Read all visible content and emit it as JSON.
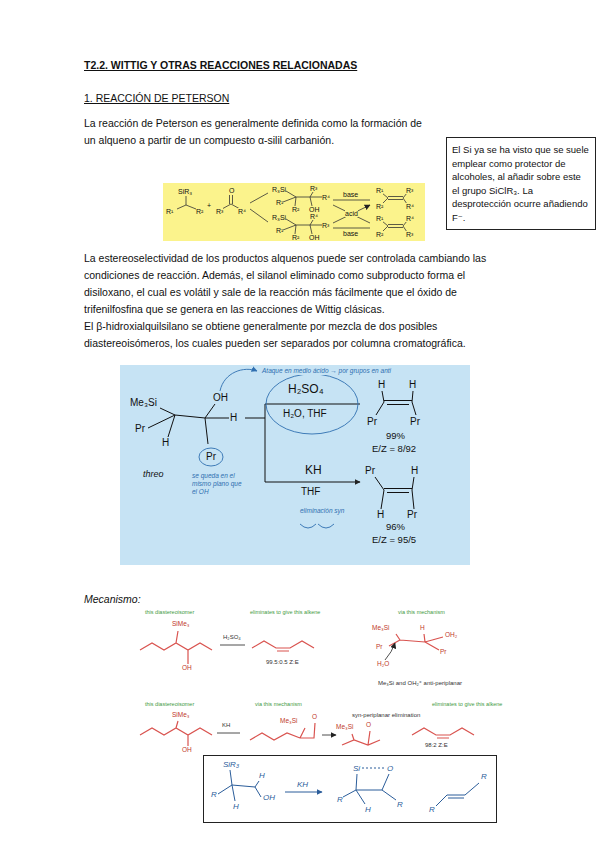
{
  "diagram": {
    "title": "T2.2. WITTIG Y OTRAS REACCIONES RELACIONADAS",
    "nodes": [
      {
        "text": [
          "El Si ya se ha visto que se suele emplear como protector de alcoholes, al añadir sobre este el grupo SiClR₃. La desprotección ocurre añadiendo F⁻."
        ]
      },
      {
        "text": [
          "SiR₃",
          "R¹",
          "R²",
          "+",
          "O",
          "R³",
          "R⁴",
          "R₃Si",
          "R¹",
          "R²",
          "R³",
          "R⁴",
          "OH",
          "R₃Si",
          "R¹",
          "R²",
          "R⁴",
          "R³",
          "OH",
          "base",
          "acid",
          "base",
          "R¹",
          "R³",
          "R²",
          "R⁴",
          "R¹",
          "R⁴",
          "R²",
          "R³"
        ]
      },
      {
        "text": [
          "Me₃Si",
          "OH",
          "Pr",
          "H",
          "H",
          "Pr",
          "threo",
          "H₂SO₄",
          "H₂O, THF",
          "99%",
          "E/Z = 8/92",
          "KH",
          "THF",
          "96%",
          "E/Z = 95/5",
          "H",
          "H",
          "Pr",
          "Pr",
          "Pr",
          "H",
          "H",
          "Pr",
          "Ataque en medio ácido → por grupos en anti",
          "se queda en el mismo plano que el OH",
          "eliminación syn"
        ]
      },
      {
        "text": [
          "SiR₃",
          "H",
          "R",
          "H",
          "OH",
          "KH",
          "Si",
          "O",
          "R",
          "H",
          "R",
          "R",
          "R"
        ]
      }
    ],
    "labels": [
      "1. REACCIÓN DE PETERSON",
      "La reacción de Peterson es generalmente definida como la formación de un alqueno a partir de un compuesto α-silil carbanión.",
      "La estereoselectividad de los productos alquenos puede ser controlada cambiando las condiciones de reacción. Además, el silanol eliminado como subproducto forma el disiloxano, el cual es volátil y sale de la reacción más fácilmente que el óxido de trifenilfosfina que se genera en las reacciones de Wittig clásicas.",
      "El β-hidroxialquilsilano se obtiene generalmente por mezcla de dos posibles diastereoisómeros, los cuales pueden ser separados por columna cromatográfica.",
      "Mecanismo:",
      "this diastereoisomer",
      "eliminates to give this alkene",
      "via this mechanism",
      "SiMe₃",
      "OH",
      "H₂SO₄",
      "99.5:0.5 Z:E",
      "H₂O",
      "Me₃Si",
      "H",
      "Pr",
      "Pr",
      "OH₂",
      "Me₃Si and OH₂⁺ anti-periplanar",
      "this diastereoisomer",
      "via this mechanism",
      "eliminates to give this alkene",
      "SiMe₃",
      "OH",
      "KH",
      "Me₃Si",
      "O",
      "Me₃Si",
      "O",
      "syn-periplanar elimination",
      "98:2 Z:E"
    ]
  }
}
